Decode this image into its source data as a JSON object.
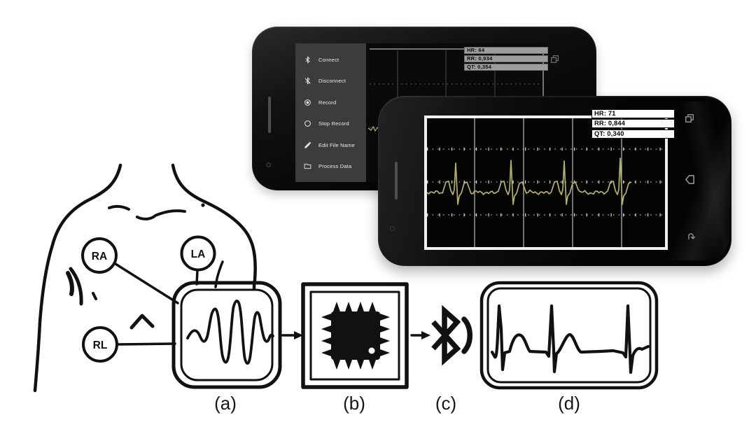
{
  "figure": {
    "stage_labels": [
      "(a)",
      "(b)",
      "(c)",
      "(d)"
    ],
    "electrodes": [
      {
        "label": "RA"
      },
      {
        "label": "LA"
      },
      {
        "label": "RL"
      }
    ],
    "stage_icons": [
      "signal-wavelet-icon",
      "microchip-icon",
      "bluetooth-wave-icon",
      "ecg-waveform-icon"
    ]
  },
  "phone1": {
    "menu": [
      {
        "icon": "bluetooth-icon",
        "label": "Connect"
      },
      {
        "icon": "bluetooth-off-icon",
        "label": "Disconnect"
      },
      {
        "icon": "record-icon",
        "label": "Record"
      },
      {
        "icon": "stop-record-icon",
        "label": "Stop Record"
      },
      {
        "icon": "pencil-icon",
        "label": "Edit File Name"
      },
      {
        "icon": "folder-icon",
        "label": "Process Data"
      }
    ],
    "readings": [
      {
        "text": "HR: 64"
      },
      {
        "text": "RR: 0,934"
      },
      {
        "text": "QT: 0,354"
      }
    ],
    "nav_icons": [
      "recent-apps-icon"
    ]
  },
  "phone2": {
    "readings": [
      {
        "text": "HR: 71"
      },
      {
        "text": "RR: 0,844"
      },
      {
        "text": "QT: 0,340"
      }
    ],
    "nav_icons": [
      "recent-apps-icon",
      "home-icon",
      "back-icon"
    ]
  },
  "colors": {
    "ecg_trace": "#b6b06e",
    "menu_background": "#3c3c3c",
    "reading_box_phone1": "#9d9d9d",
    "reading_box_phone2": "#ffffff",
    "diagram_ink": "#111111"
  }
}
